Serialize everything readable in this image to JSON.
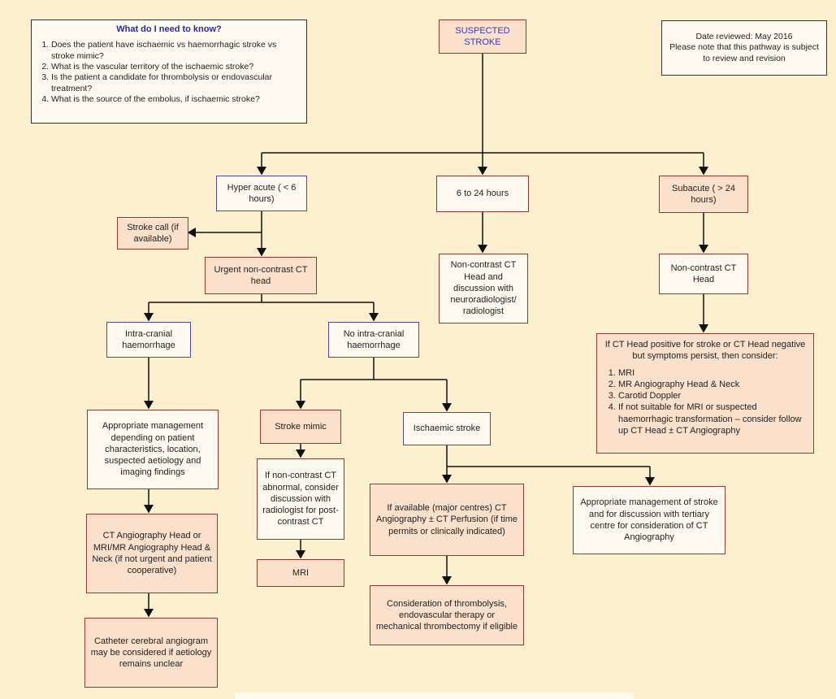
{
  "info_box": {
    "title": "What do I need to know?",
    "items": [
      "Does the patient have ischaemic vs haemorrhagic stroke vs stroke mimic?",
      "What is the vascular territory of the ischaemic stroke?",
      "Is the patient a candidate for thrombolysis or endovascular treatment?",
      "What is the source of the embolus, if ischaemic stroke?"
    ]
  },
  "review_box": {
    "line1": "Date reviewed: May 2016",
    "line2": "Please note that this pathway is subject to review and revision"
  },
  "nodes": {
    "suspected_stroke": "SUSPECTED STROKE",
    "hyper_acute": "Hyper acute ( < 6 hours)",
    "six_24": "6 to 24 hours",
    "subacute": "Subacute ( > 24 hours)",
    "stroke_call": "Stroke call (if available)",
    "urgent_ct": "Urgent non-contrast CT head",
    "ct_discussion": "Non-contrast CT Head and discussion with neuroradiologist/ radiologist",
    "noncontrast_ct_head": "Non-contrast CT Head",
    "intracranial": "Intra-cranial haemorrhage",
    "no_intracranial": "No intra-cranial haemorrhage",
    "appropriate_mgmt": "Appropriate management depending on patient characteristics, location, suspected aetiology and imaging findings",
    "stroke_mimic": "Stroke mimic",
    "ischaemic_stroke": "Ischaemic stroke",
    "if_noncontrast": "If non-contrast CT abnormal, consider discussion with radiologist for post-contrast CT",
    "mri": "MRI",
    "ct_angio_head": "CT Angiography Head or MRI/MR Angiography Head & Neck (if not urgent and patient cooperative)",
    "catheter": "Catheter cerebral angiogram may be considered if aetiology remains unclear",
    "if_available": "If available (major centres) CT Angiography ± CT Perfusion (if time permits or clinically indicated)",
    "thrombolysis": "Consideration of thrombolysis, endovascular therapy or mechanical thrombectomy if eligible",
    "mgmt_tertiary": "Appropriate management of stroke and for discussion with tertiary centre for consideration of CT Angiography"
  },
  "subacute_consider": {
    "intro": "If CT Head positive for stroke or CT Head negative but symptoms persist, then consider:",
    "items": [
      "MRI",
      "MR Angiography Head & Neck",
      "Carotid Doppler",
      "If not suitable for MRI or suspected haemorrhagic transformation – consider follow up CT Head ± CT Angiography"
    ]
  }
}
